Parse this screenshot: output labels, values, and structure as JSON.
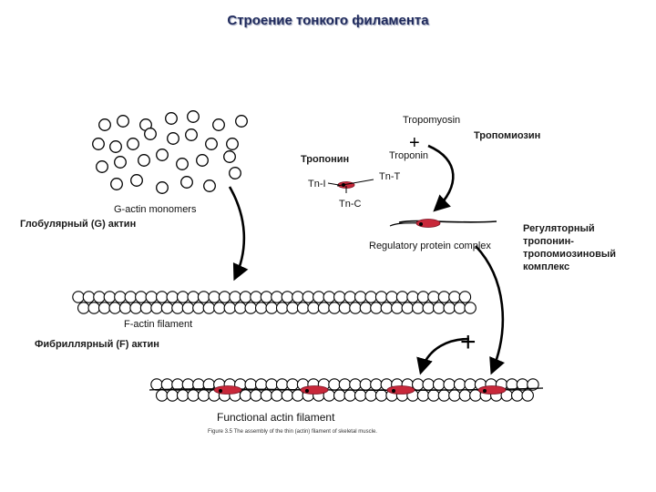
{
  "title": "Строение тонкого филамента",
  "labels_ru": {
    "g_actin": "Глобулярный (G) актин",
    "f_actin": "Фибриллярный (F) актин",
    "troponin": "Тропонин",
    "tropomyosin": "Тропомиозин",
    "regulatory_complex": [
      "Регуляторный",
      "тропонин-",
      "тропомиозиновый",
      "комплекс"
    ]
  },
  "labels_en": {
    "g_actin_monomers": "G-actin monomers",
    "f_actin_filament": "F-actin filament",
    "functional_filament": "Functional actin filament",
    "tropomyosin": "Tropomyosin",
    "troponin": "Troponin",
    "tn_i": "Tn-I",
    "tn_t": "Tn-T",
    "tn_c": "Tn-C",
    "regulatory_complex": "Regulatory protein complex",
    "plus": "+",
    "caption": "Figure 3.5 The assembly of the thin (actin) filament of skeletal muscle."
  },
  "colors": {
    "title": "#1f2a5c",
    "troponin_red": "#c8283a",
    "line": "#000000"
  }
}
